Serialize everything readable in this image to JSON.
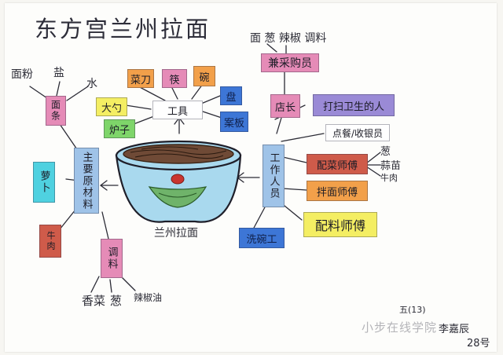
{
  "title": "东方宫兰州拉面",
  "bowl_label": "兰州拉面",
  "purchasing": {
    "items_text": "面 葱 辣椒 调料",
    "box": "兼采购员"
  },
  "tools": {
    "center": "工具",
    "items": [
      "菜刀",
      "筷",
      "碗",
      "盘",
      "大勺",
      "炉子",
      "案板"
    ]
  },
  "staff": {
    "center": "工作人员",
    "manager": "店长",
    "cleaner": "打扫卫生的人",
    "cashier": "点餐/收银员",
    "side_dish_master": "配菜师傅",
    "side_dish_items": [
      "葱",
      "蒜苗",
      "牛肉"
    ],
    "noodle_master": "拌面师傅",
    "ingredient_master": "配料师傅",
    "dishwasher": "洗碗工"
  },
  "materials": {
    "center": "主要原材料",
    "noodles": "面条",
    "noodle_sources": [
      "面粉",
      "盐",
      "水"
    ],
    "radish": "萝卜",
    "beef": "牛肉",
    "seasoning": "调料",
    "seasoning_items": [
      "香菜",
      "葱",
      "辣椒油"
    ]
  },
  "signature": {
    "class": "五(13)",
    "name": "李嘉辰",
    "number": "28号"
  },
  "watermark": "小步在线学院"
}
